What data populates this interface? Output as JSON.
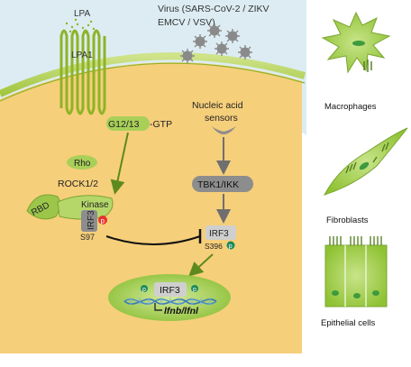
{
  "extracellular": {
    "ligand": "LPA",
    "receptor": "LPA1",
    "virus_line1": "Virus (SARS-CoV-2 / ZIKV",
    "virus_line2": "EMCV / VSV)"
  },
  "pathway_left": {
    "g_protein_prefix": "G12/13",
    "g_protein_suffix": "-GTP",
    "rho": "Rho",
    "rock": "ROCK1/2",
    "kinase": "Kinase",
    "rbd": "RBD",
    "irf3_bound": "IRF3",
    "phospho_residue": "S97",
    "phospho_mark": "p"
  },
  "pathway_right": {
    "sensor_line1": "Nucleic acid",
    "sensor_line2": "sensors",
    "tbk": "TBK1/IKK",
    "irf3": "IRF3",
    "phospho_residue": "S396",
    "phospho_mark": "p"
  },
  "nucleus": {
    "irf3": "IRF3",
    "phospho_mark": "p",
    "genes": "lfnb/lfnl"
  },
  "cell_types": {
    "macrophages": "Macrophages",
    "fibroblasts": "Fibroblasts",
    "epithelial": "Epithelial cells"
  },
  "colors": {
    "extracellular_bg": "#dcecf2",
    "cytoplasm": "#f6cf7b",
    "membrane": "#b7d255",
    "receptor": "#8fb327",
    "nucleus": "#92c13e",
    "protein_grey": "#b9b9b9",
    "tbk_grey": "#8d8d8d",
    "arrow": "#5d8a1e",
    "sensor_arrow": "#6f6f6f",
    "phospho_red": "#e8322c",
    "phospho_green": "#1c8a5a",
    "virus": "#8a8a8a",
    "cell_green": "#9ccc3c",
    "cell_nucleus": "#3d9a3d"
  }
}
